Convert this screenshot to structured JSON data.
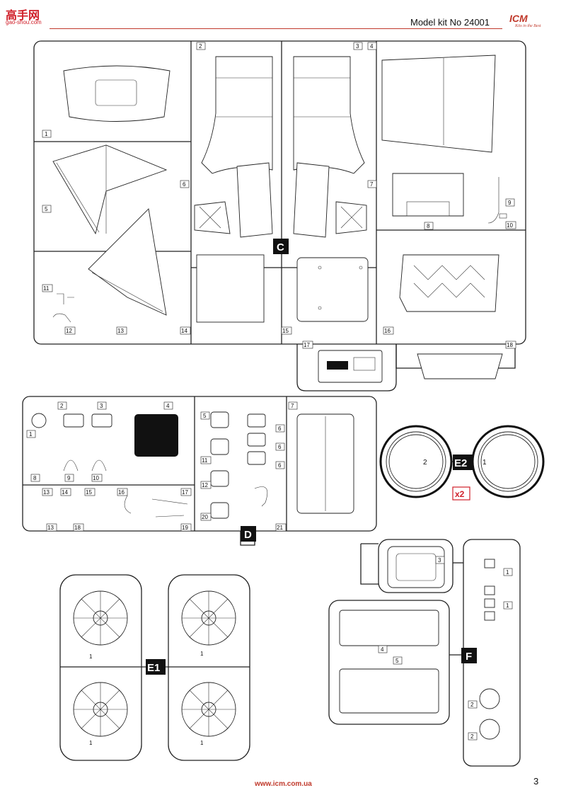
{
  "header": {
    "title": "Model kit No 24001",
    "watermark": "高手网",
    "watermark_sub": "gao-shou.com",
    "brand": "ICM",
    "brand_tag": "Kits in the Best"
  },
  "footer": {
    "url": "www.icm.com.ua",
    "page": "3"
  },
  "sprues": {
    "c": {
      "tag": "C",
      "numbers": [
        "1",
        "2",
        "3",
        "4",
        "5",
        "6",
        "7",
        "8",
        "9",
        "10",
        "11",
        "12",
        "13",
        "14",
        "15",
        "16",
        "17",
        "18"
      ]
    },
    "d": {
      "tag": "D",
      "numbers": [
        "1",
        "2",
        "3",
        "4",
        "5",
        "6",
        "6",
        "6",
        "7",
        "8",
        "9",
        "10",
        "11",
        "12",
        "13",
        "13",
        "14",
        "15",
        "16",
        "17",
        "18",
        "19",
        "20",
        "21"
      ]
    },
    "e2": {
      "tag": "E2",
      "numbers": [
        "2",
        "1"
      ],
      "multiplier": "x2"
    },
    "e1": {
      "tag": "E1",
      "numbers": [
        "1",
        "1",
        "1",
        "1"
      ]
    },
    "f": {
      "tag": "F",
      "numbers": [
        "3",
        "1",
        "1",
        "4",
        "5",
        "2",
        "2"
      ]
    }
  }
}
